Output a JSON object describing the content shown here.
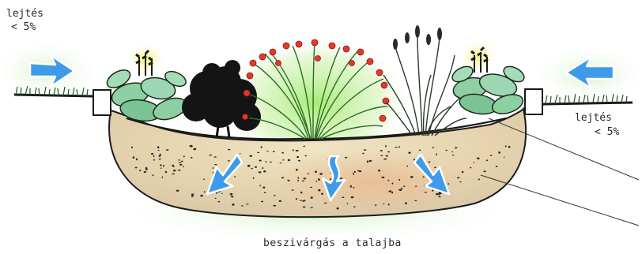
{
  "labels": {
    "slope_left_line1": "lejtés",
    "slope_left_line2": "< 5%",
    "slope_right_line1": "lejtés",
    "slope_right_line2": "< 5%",
    "bottom_caption": "beszivárgás a talajba"
  },
  "colors": {
    "arrow": "#3d9be9",
    "soil": "#e8dcc0",
    "glow": "#f1ee6a",
    "grass_glow": "#a6e86a"
  },
  "icons": [
    "arrow-right-icon",
    "arrow-left-icon",
    "arrow-down-icon"
  ]
}
